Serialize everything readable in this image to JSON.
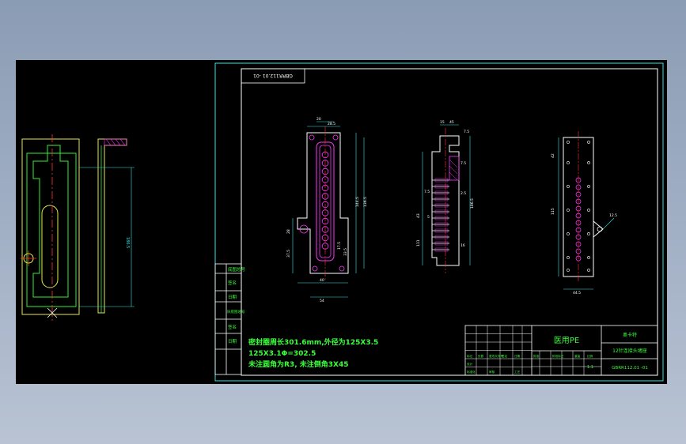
{
  "colors": {
    "background": "#000000",
    "border": "#2fe8e8",
    "outline": "#ffffff",
    "part_yellow": "#e8e84a",
    "part_green": "#33ee33",
    "centerline": "#ff3333",
    "holes": "#ff33ff",
    "dimension": "#2fe8e8",
    "note_text": "#39ff39"
  },
  "drawing": {
    "code_stamp": "GBRR112.01 -01",
    "notes": [
      "密封圈周长301.6mm,外径为125X3.5",
      "125X3.1Φ=302.5",
      "未注圆角为R3, 未注倒角3X45"
    ],
    "left_column_labels": [
      "底图总号",
      "签名",
      "日期",
      "旧底图总号",
      "签名",
      "日期"
    ],
    "material": "医用PE",
    "title_block": {
      "company": "奥卡特",
      "part_name": "12针连接头堵座",
      "drawing_number": "GBRR112.01 -01",
      "scale": "1:1",
      "grid_small_text": [
        "标记",
        "处数",
        "更改文件号",
        "签名",
        "日期",
        "设计",
        "标准化",
        "审核",
        "工艺",
        "批准",
        "阶段标记",
        "重量",
        "比例"
      ]
    },
    "front_view_dims": {
      "top_widths": [
        "28.5",
        "20"
      ],
      "overall_height": "144.5",
      "side_height": "136.5",
      "lower_dims": [
        "28",
        "37.5",
        "40",
        "54",
        "17.5",
        "33.5"
      ]
    },
    "section_view_dims": {
      "top": [
        "15",
        "45",
        "7.5"
      ],
      "overall_height": "186.5",
      "side": [
        "7.5",
        "2.5",
        "16"
      ],
      "left": [
        "7.5",
        "5",
        "43",
        "111"
      ]
    },
    "right_view_dims": {
      "side": [
        "42",
        "115"
      ],
      "bottom": "44.5",
      "note": "12.5"
    },
    "left_preview_dim": "186.5"
  }
}
